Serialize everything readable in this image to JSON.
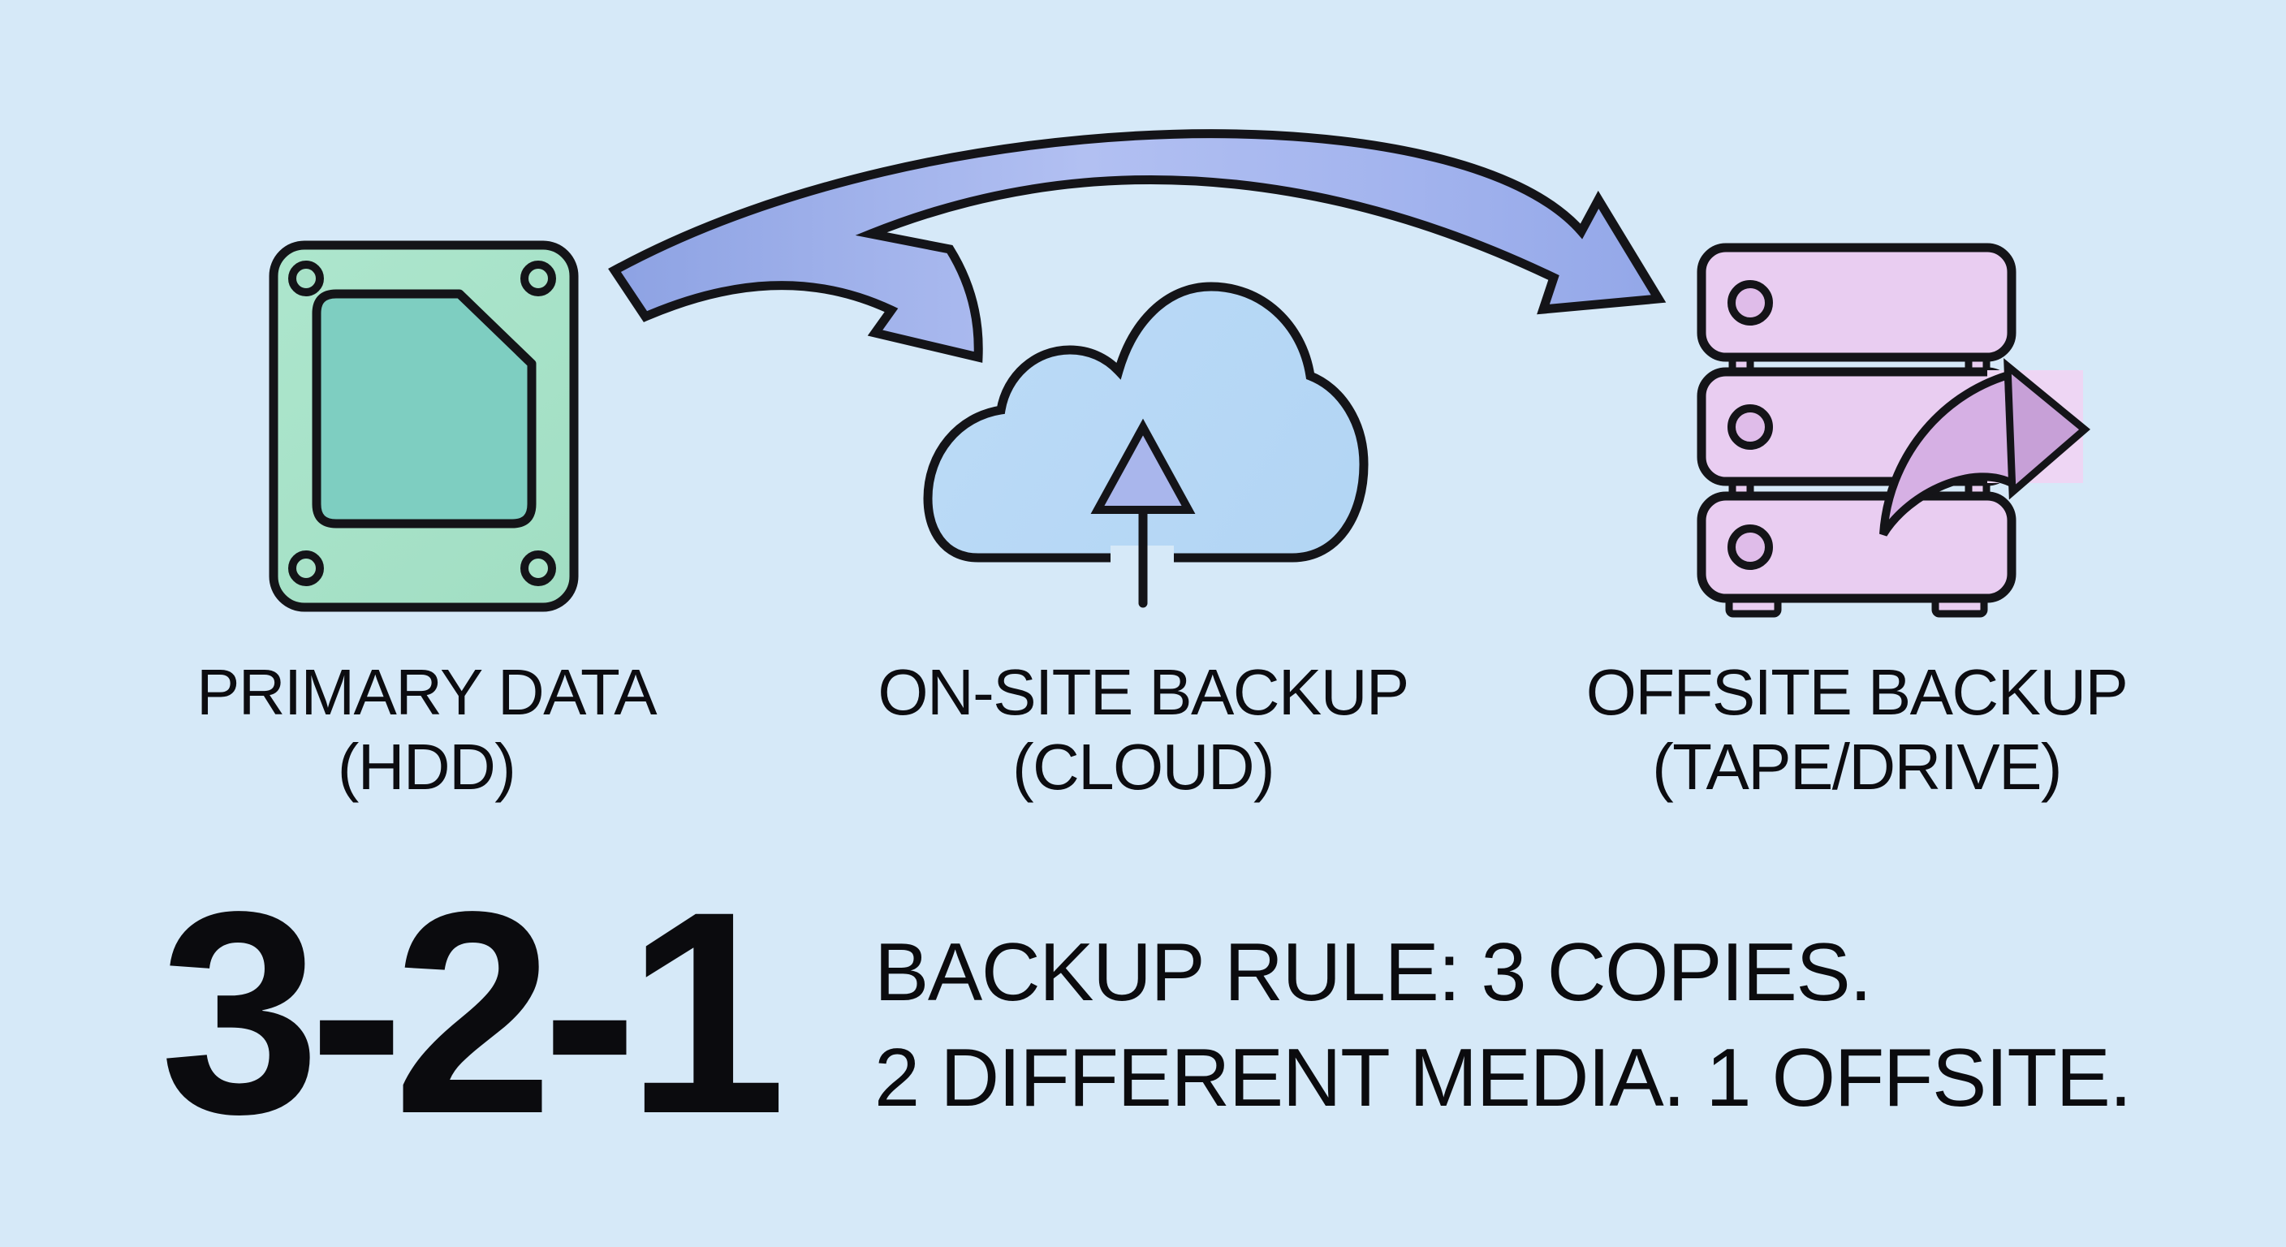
{
  "palette": {
    "background": "#d6e9f8",
    "outline": "#141418",
    "arrow_blue_dark": "#90a4e4",
    "arrow_blue_light": "#b2c0f2",
    "hdd_case_green": "#a8e2c8",
    "hdd_platter_teal": "#7ecec1",
    "cloud_blue": "#b9d9f6",
    "upload_triangle_purple": "#a9b6ec",
    "server_pink": "#e9cdf1",
    "server_led_pink": "#dfbce9",
    "export_band_pink": "#eed6f4",
    "export_swoosh_pink": "#d6b0e4",
    "export_head_purple": "#c7a0d7",
    "text": "#0b0b0e"
  },
  "nodes": [
    {
      "id": "primary-data",
      "icon": "hard-drive-icon",
      "line1": "PRIMARY DATA",
      "line2": "(HDD)"
    },
    {
      "id": "onsite-backup",
      "icon": "cloud-upload-icon",
      "line1": "ON-SITE BACKUP",
      "line2": "(CLOUD)"
    },
    {
      "id": "offsite-backup",
      "icon": "server-stack-icon",
      "line1": "OFFSITE BACKUP",
      "line2": "(TAPE/DRIVE)"
    }
  ],
  "rule": {
    "number": "3-2-1",
    "line1": "BACKUP RULE: 3 COPIES.",
    "line2": "2 DIFFERENT MEDIA. 1 OFFSITE."
  }
}
